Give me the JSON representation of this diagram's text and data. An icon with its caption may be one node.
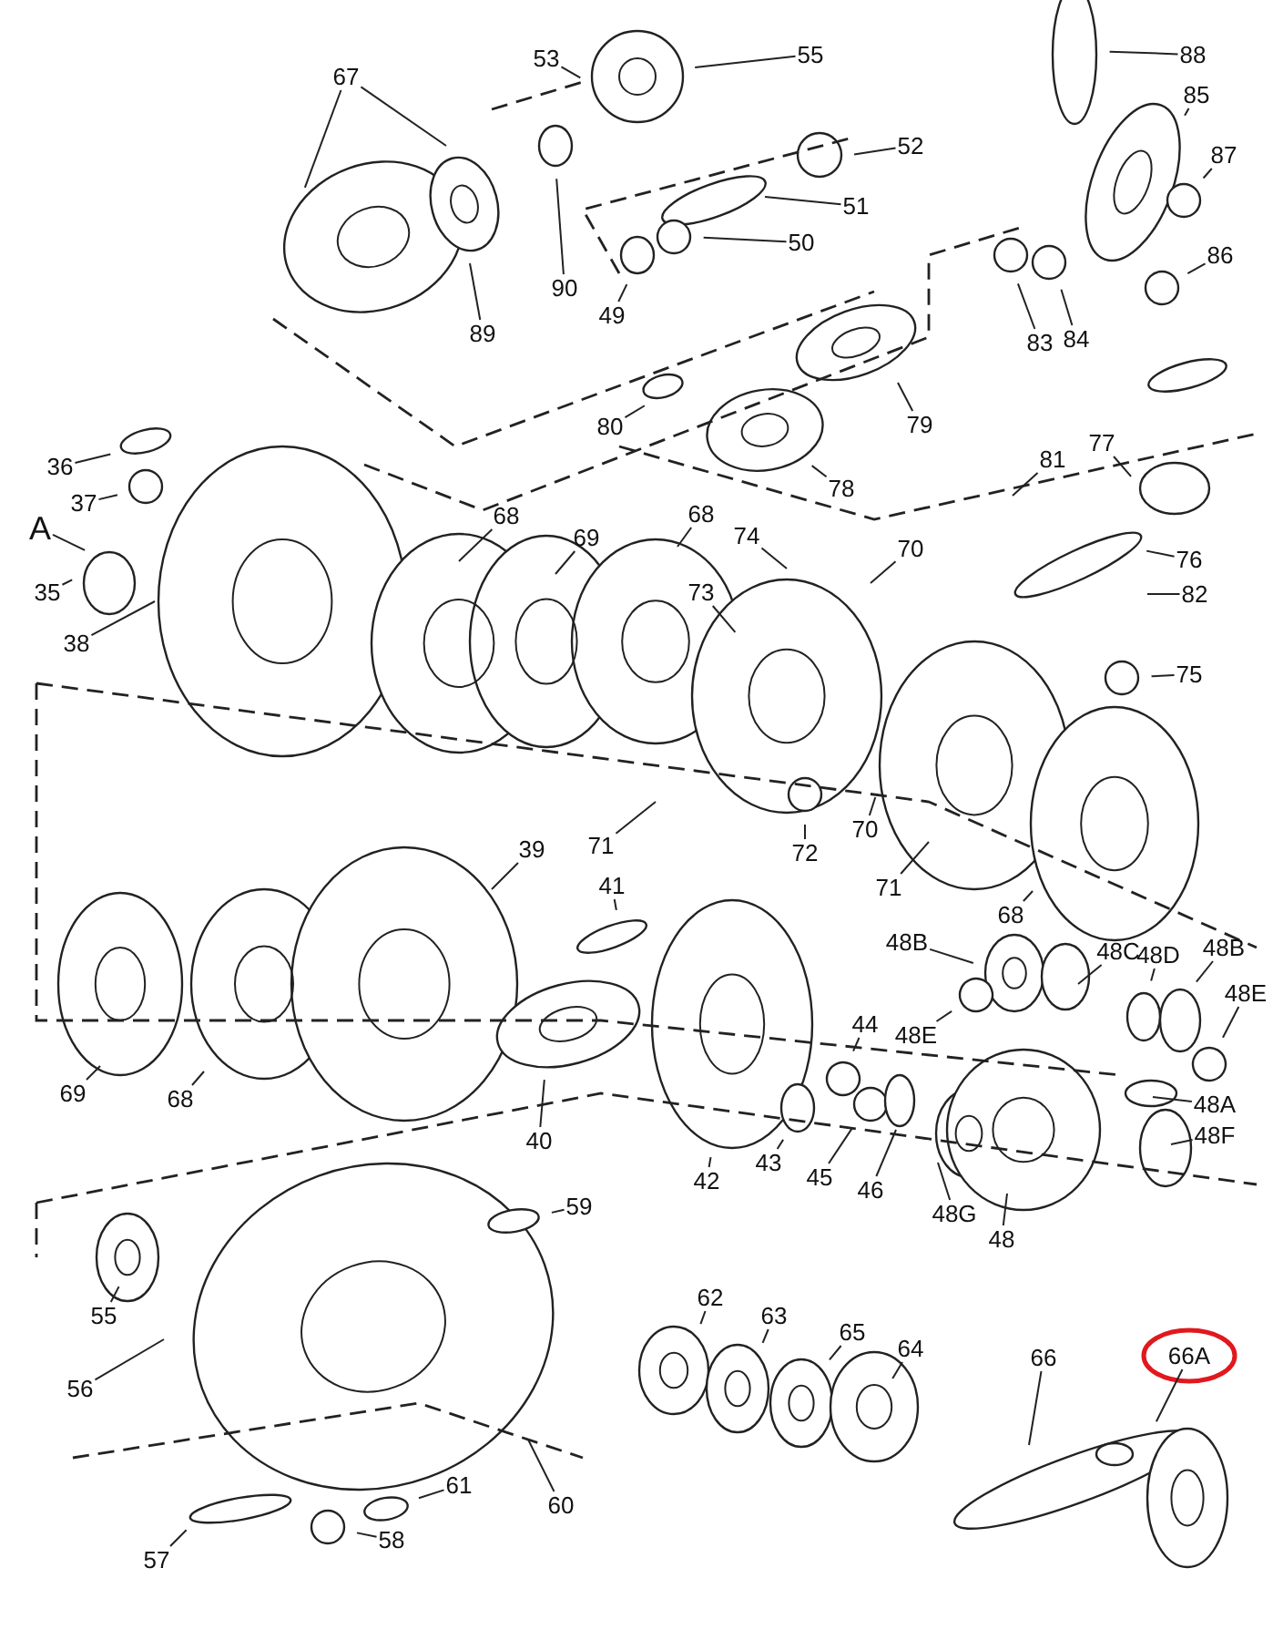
{
  "diagram": {
    "nodes": [
      {
        "text": [
          "53"
        ]
      },
      {
        "text": [
          "55"
        ]
      },
      {
        "text": [
          "67"
        ]
      },
      {
        "text": [
          "88"
        ]
      },
      {
        "text": [
          "85"
        ]
      },
      {
        "text": [
          "52"
        ]
      },
      {
        "text": [
          "87"
        ]
      },
      {
        "text": [
          "51"
        ]
      },
      {
        "text": [
          "50"
        ]
      },
      {
        "text": [
          "86"
        ]
      },
      {
        "text": [
          "90"
        ]
      },
      {
        "text": [
          "49"
        ]
      },
      {
        "text": [
          "89"
        ]
      },
      {
        "text": [
          "83"
        ]
      },
      {
        "text": [
          "84"
        ]
      },
      {
        "text": [
          "80"
        ]
      },
      {
        "text": [
          "79"
        ]
      },
      {
        "text": [
          "77"
        ]
      },
      {
        "text": [
          "36"
        ]
      },
      {
        "text": [
          "81"
        ]
      },
      {
        "text": [
          "78"
        ]
      },
      {
        "text": [
          "37"
        ]
      },
      {
        "text": [
          "68"
        ]
      },
      {
        "text": [
          "A"
        ]
      },
      {
        "text": [
          "74"
        ]
      },
      {
        "text": [
          "69"
        ]
      },
      {
        "text": [
          "68"
        ]
      },
      {
        "text": [
          "70"
        ]
      },
      {
        "text": [
          "76"
        ]
      },
      {
        "text": [
          "35"
        ]
      },
      {
        "text": [
          "73"
        ]
      },
      {
        "text": [
          "82"
        ]
      },
      {
        "text": [
          "38"
        ]
      },
      {
        "text": [
          "75"
        ]
      },
      {
        "text": [
          "71"
        ]
      },
      {
        "text": [
          "72"
        ]
      },
      {
        "text": [
          "70"
        ]
      },
      {
        "text": [
          "39"
        ]
      },
      {
        "text": [
          "71"
        ]
      },
      {
        "text": [
          "41"
        ]
      },
      {
        "text": [
          "68"
        ]
      },
      {
        "text": [
          "48B"
        ]
      },
      {
        "text": [
          "48C"
        ]
      },
      {
        "text": [
          "48D"
        ]
      },
      {
        "text": [
          "48B"
        ]
      },
      {
        "text": [
          "48E"
        ]
      },
      {
        "text": [
          "44"
        ]
      },
      {
        "text": [
          "48E"
        ]
      },
      {
        "text": [
          "69"
        ]
      },
      {
        "text": [
          "68"
        ]
      },
      {
        "text": [
          "40"
        ]
      },
      {
        "text": [
          "48A"
        ]
      },
      {
        "text": [
          "48F"
        ]
      },
      {
        "text": [
          "43"
        ]
      },
      {
        "text": [
          "45"
        ]
      },
      {
        "text": [
          "42"
        ]
      },
      {
        "text": [
          "46"
        ]
      },
      {
        "text": [
          "59"
        ]
      },
      {
        "text": [
          "48G"
        ]
      },
      {
        "text": [
          "48"
        ]
      },
      {
        "text": [
          "62"
        ]
      },
      {
        "text": [
          "55"
        ]
      },
      {
        "text": [
          "63"
        ]
      },
      {
        "text": [
          "65"
        ]
      },
      {
        "text": [
          "64"
        ]
      },
      {
        "text": [
          "66A"
        ]
      },
      {
        "text": [
          "66"
        ]
      },
      {
        "text": [
          "56"
        ]
      },
      {
        "text": [
          "61"
        ]
      },
      {
        "text": [
          "60"
        ]
      },
      {
        "text": [
          "58"
        ]
      },
      {
        "text": [
          "57"
        ]
      }
    ],
    "edges": [
      {
        "from": 0,
        "to": null,
        "arrow": "none"
      },
      {
        "from": 1,
        "to": null,
        "arrow": "none"
      },
      {
        "from": 2,
        "to": null,
        "arrow": "none"
      },
      {
        "from": 3,
        "to": null,
        "arrow": "none"
      },
      {
        "from": 4,
        "to": null,
        "arrow": "none"
      },
      {
        "from": 5,
        "to": null,
        "arrow": "none"
      },
      {
        "from": 6,
        "to": null,
        "arrow": "none"
      },
      {
        "from": 7,
        "to": null,
        "arrow": "none"
      },
      {
        "from": 8,
        "to": null,
        "arrow": "none"
      },
      {
        "from": 9,
        "to": null,
        "arrow": "none"
      },
      {
        "from": 10,
        "to": null,
        "arrow": "none"
      },
      {
        "from": 11,
        "to": null,
        "arrow": "none"
      },
      {
        "from": 12,
        "to": null,
        "arrow": "none"
      },
      {
        "from": 13,
        "to": null,
        "arrow": "none"
      },
      {
        "from": 14,
        "to": null,
        "arrow": "none"
      },
      {
        "from": 15,
        "to": null,
        "arrow": "none"
      },
      {
        "from": 16,
        "to": null,
        "arrow": "none"
      },
      {
        "from": 17,
        "to": null,
        "arrow": "none"
      },
      {
        "from": 18,
        "to": null,
        "arrow": "none"
      },
      {
        "from": 19,
        "to": null,
        "arrow": "none"
      },
      {
        "from": 20,
        "to": null,
        "arrow": "none"
      },
      {
        "from": 21,
        "to": null,
        "arrow": "none"
      },
      {
        "from": 22,
        "to": null,
        "arrow": "none"
      },
      {
        "from": 23,
        "to": null,
        "arrow": "none"
      },
      {
        "from": 24,
        "to": null,
        "arrow": "none"
      },
      {
        "from": 25,
        "to": null,
        "arrow": "none"
      },
      {
        "from": 26,
        "to": null,
        "arrow": "none"
      },
      {
        "from": 27,
        "to": null,
        "arrow": "none"
      },
      {
        "from": 28,
        "to": null,
        "arrow": "none"
      },
      {
        "from": 29,
        "to": null,
        "arrow": "none"
      },
      {
        "from": 30,
        "to": null,
        "arrow": "none"
      },
      {
        "from": 31,
        "to": null,
        "arrow": "none"
      },
      {
        "from": 32,
        "to": null,
        "arrow": "none"
      },
      {
        "from": 33,
        "to": null,
        "arrow": "none"
      },
      {
        "from": 34,
        "to": null,
        "arrow": "none"
      },
      {
        "from": 35,
        "to": null,
        "arrow": "none"
      },
      {
        "from": 36,
        "to": null,
        "arrow": "none"
      },
      {
        "from": 37,
        "to": null,
        "arrow": "none"
      },
      {
        "from": 38,
        "to": null,
        "arrow": "none"
      },
      {
        "from": 39,
        "to": null,
        "arrow": "none"
      },
      {
        "from": 40,
        "to": null,
        "arrow": "none"
      },
      {
        "from": 41,
        "to": null,
        "arrow": "none"
      },
      {
        "from": 42,
        "to": null,
        "arrow": "none"
      },
      {
        "from": 43,
        "to": null,
        "arrow": "none"
      },
      {
        "from": 44,
        "to": null,
        "arrow": "none"
      },
      {
        "from": 45,
        "to": null,
        "arrow": "none"
      },
      {
        "from": 46,
        "to": null,
        "arrow": "none"
      },
      {
        "from": 47,
        "to": null,
        "arrow": "none"
      },
      {
        "from": 48,
        "to": null,
        "arrow": "none"
      },
      {
        "from": 49,
        "to": null,
        "arrow": "none"
      },
      {
        "from": 50,
        "to": null,
        "arrow": "none"
      },
      {
        "from": 51,
        "to": null,
        "arrow": "none"
      },
      {
        "from": 52,
        "to": null,
        "arrow": "none"
      },
      {
        "from": 53,
        "to": null,
        "arrow": "none"
      },
      {
        "from": 54,
        "to": null,
        "arrow": "none"
      },
      {
        "from": 55,
        "to": null,
        "arrow": "none"
      },
      {
        "from": 56,
        "to": null,
        "arrow": "none"
      },
      {
        "from": 57,
        "to": null,
        "arrow": "none"
      },
      {
        "from": 58,
        "to": null,
        "arrow": "none"
      },
      {
        "from": 59,
        "to": null,
        "arrow": "none"
      },
      {
        "from": 60,
        "to": null,
        "arrow": "none"
      },
      {
        "from": 61,
        "to": null,
        "arrow": "none"
      },
      {
        "from": 62,
        "to": null,
        "arrow": "none"
      },
      {
        "from": 63,
        "to": null,
        "arrow": "none"
      },
      {
        "from": 64,
        "to": null,
        "arrow": "none"
      },
      {
        "from": 65,
        "to": null,
        "arrow": "none"
      },
      {
        "from": 66,
        "to": null,
        "arrow": "none"
      },
      {
        "from": 67,
        "to": null,
        "arrow": "none"
      },
      {
        "from": 68,
        "to": null,
        "arrow": "none"
      },
      {
        "from": 69,
        "to": null,
        "arrow": "none"
      },
      {
        "from": 70,
        "to": null,
        "arrow": "none"
      },
      {
        "from": 71,
        "to": null,
        "arrow": "none"
      },
      {
        "from": 2,
        "to": null,
        "arrow": "none"
      }
    ]
  }
}
